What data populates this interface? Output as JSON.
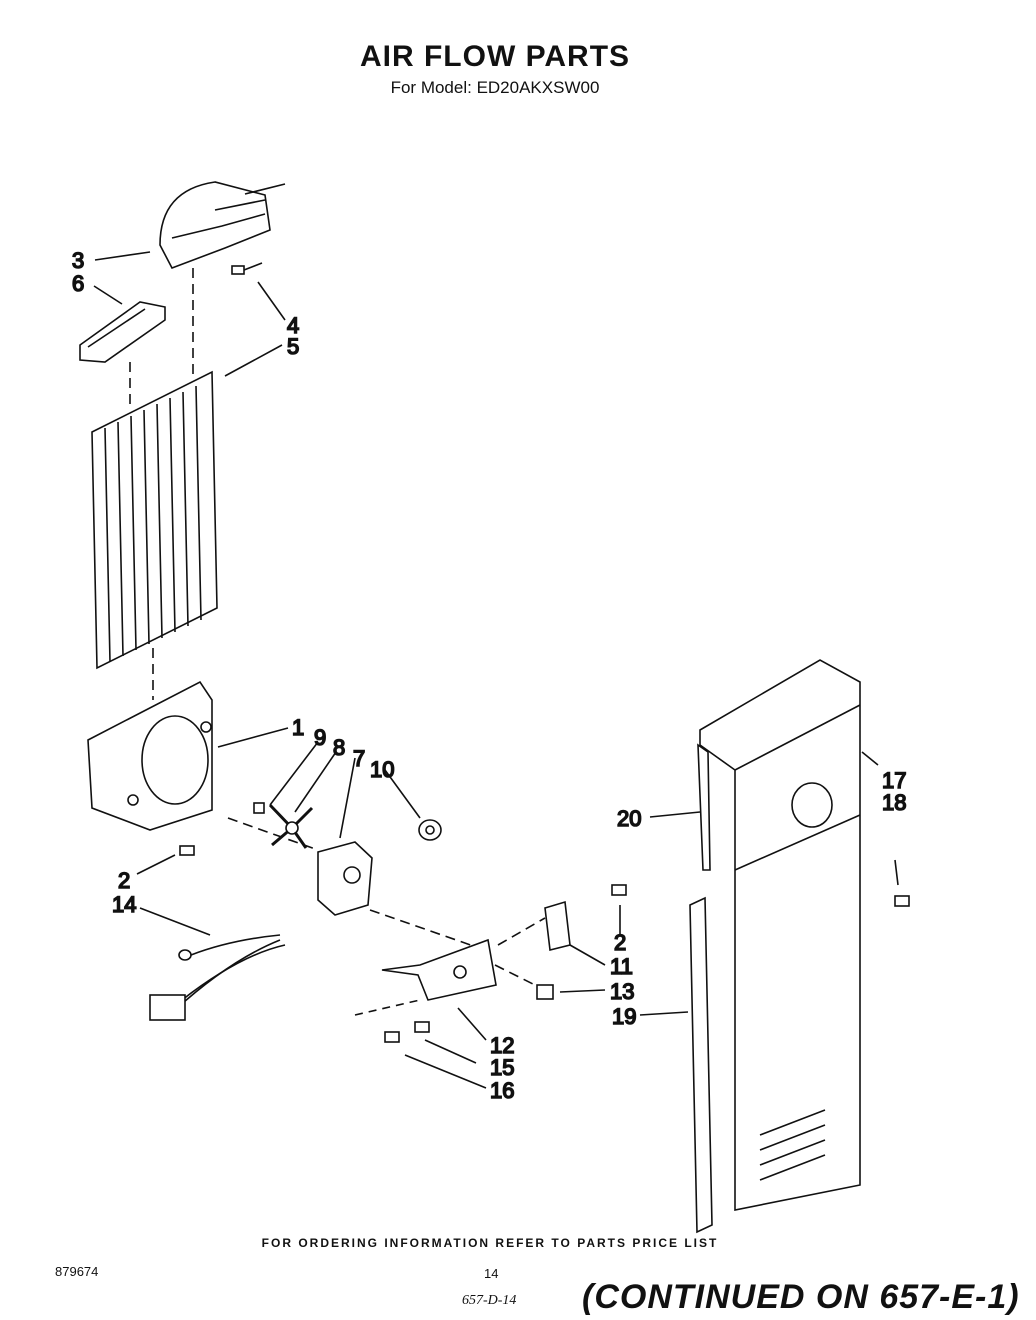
{
  "header": {
    "title": "AIR FLOW PARTS",
    "model_line": "For Model: ED20AKXSW00"
  },
  "callouts": [
    "1",
    "2",
    "3",
    "4",
    "5",
    "6",
    "7",
    "8",
    "9",
    "10",
    "11",
    "12",
    "13",
    "14",
    "15",
    "16",
    "17",
    "18",
    "19",
    "20"
  ],
  "footer": {
    "ordering_note": "FOR ORDERING INFORMATION REFER TO PARTS PRICE LIST",
    "doc_number": "879674",
    "page_number": "14",
    "handwritten_ref": "657-D-14",
    "continued_note": "(CONTINUED ON 657-E-1)"
  }
}
